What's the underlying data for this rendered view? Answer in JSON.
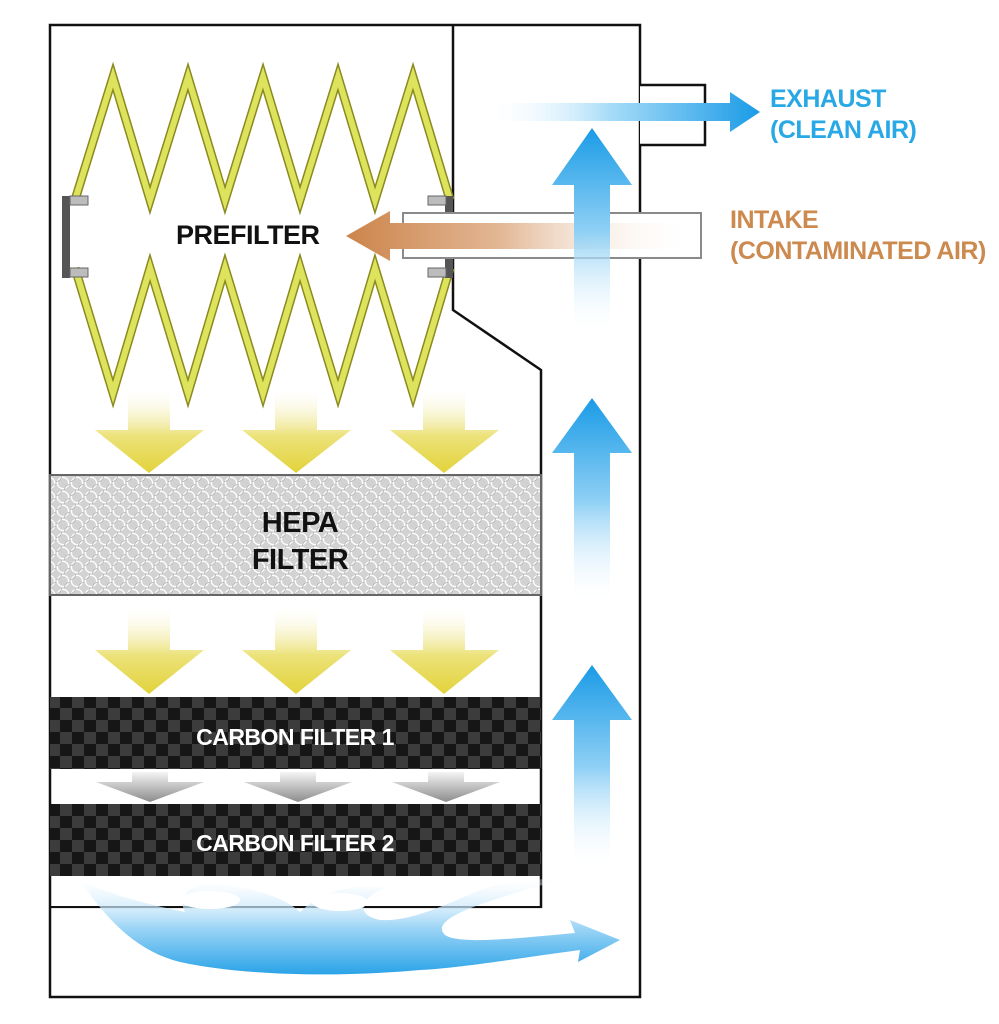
{
  "labels": {
    "exhaust": {
      "line1": "EXHAUST",
      "line2": "(CLEAN AIR)"
    },
    "intake": {
      "line1": "INTAKE",
      "line2": "(CONTAMINATED AIR)"
    },
    "prefilter": "PREFILTER",
    "hepa": {
      "line1": "HEPA",
      "line2": "FILTER"
    },
    "carbon_filter_1": "CARBON FILTER 1",
    "carbon_filter_2": "CARBON FILTER 2"
  },
  "colors": {
    "exhaust": "#29a8e6",
    "intake": "#cc8a4f",
    "prefilter_zigzag": "#d9dd55",
    "downflow_arrow": "#e6d94d",
    "carbon_arrow": "#9a9a9a",
    "clean_air_arrow": "#1f9ee6",
    "carbon_dark": "#1a1a1a",
    "hepa_gray": "#cfcfcf",
    "outline": "#111111"
  }
}
